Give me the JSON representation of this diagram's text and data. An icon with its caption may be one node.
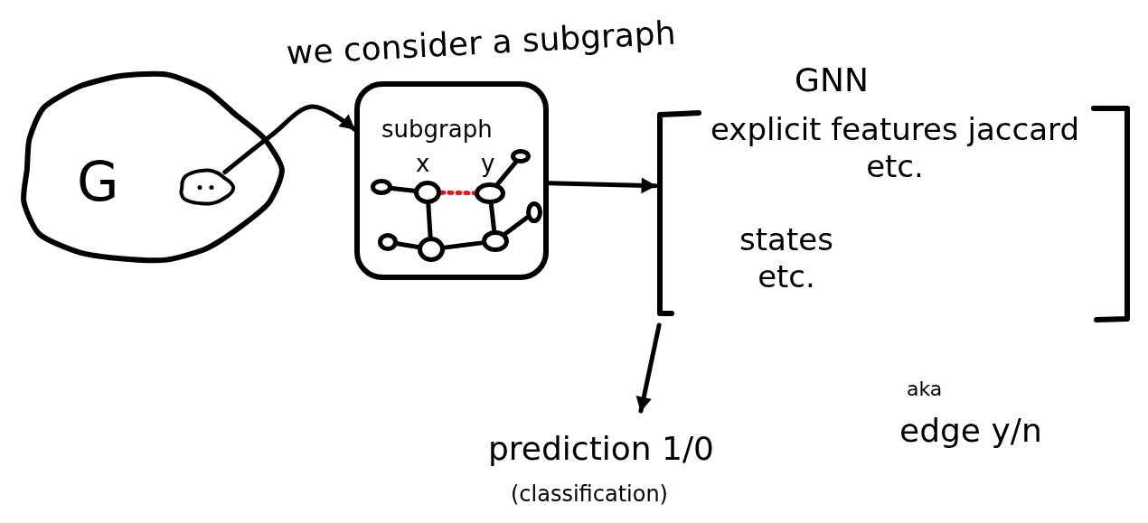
{
  "diagram": {
    "nodes": [
      {
        "text": [
          "G"
        ]
      },
      {
        "text": [],
        "shape": "cloud",
        "in": 0
      },
      {
        "text": [
          "subgraph"
        ]
      },
      {
        "text": [],
        "shape": "circle",
        "in": 2
      },
      {
        "text": [],
        "shape": "circle",
        "in": 2,
        "beside": [
          "x"
        ]
      },
      {
        "text": [],
        "shape": "circle",
        "in": 2,
        "beside": [
          "y"
        ]
      },
      {
        "text": [],
        "shape": "circle",
        "in": 2
      },
      {
        "text": [],
        "shape": "circle",
        "in": 2
      },
      {
        "text": [],
        "shape": "circle",
        "in": 2
      },
      {
        "text": [],
        "shape": "circle",
        "in": 2
      },
      {
        "text": [],
        "shape": "circle",
        "in": 2
      },
      {
        "text": [
          "GNN",
          "explicit features jaccard etc.",
          "states etc."
        ]
      },
      {
        "text": [
          "prediction 1/0",
          "edge y/n",
          "(classification)"
        ]
      }
    ],
    "edges": [
      {
        "from": 1,
        "to": 2,
        "arrow": "to",
        "label": "we consider a subgraph"
      },
      {
        "from": 2,
        "to": 11,
        "arrow": "to"
      },
      {
        "from": 11,
        "to": 12,
        "arrow": "to"
      },
      {
        "from": 3,
        "to": 4,
        "arrow": "none"
      },
      {
        "from": 4,
        "to": 5,
        "arrow": "none",
        "style": "dashed",
        "color": "#e8141c"
      },
      {
        "from": 5,
        "to": 6,
        "arrow": "none"
      },
      {
        "from": 4,
        "to": 8,
        "arrow": "none"
      },
      {
        "from": 7,
        "to": 8,
        "arrow": "none"
      },
      {
        "from": 8,
        "to": 9,
        "arrow": "none"
      },
      {
        "from": 5,
        "to": 9,
        "arrow": "none"
      },
      {
        "from": 9,
        "to": 10,
        "arrow": "none"
      }
    ],
    "labels": [
      "aka"
    ]
  }
}
